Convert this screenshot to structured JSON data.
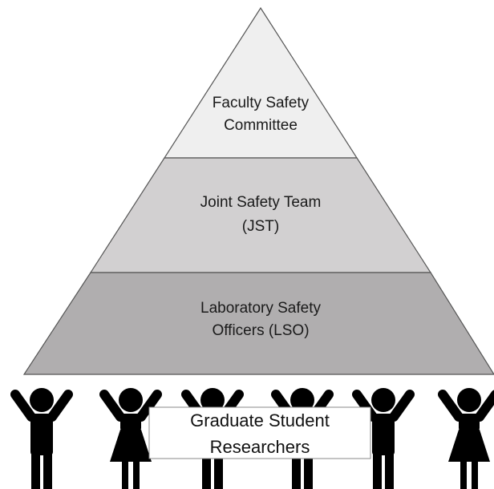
{
  "diagram": {
    "tiers": [
      {
        "lines": [
          "Faculty Safety",
          "Committee"
        ],
        "fill": "#efefef"
      },
      {
        "lines": [
          "Joint Safety Team",
          "(JST)"
        ],
        "fill": "#d2d0d1"
      },
      {
        "lines": [
          "Laboratory Safety",
          "Officers (LSO)"
        ],
        "fill": "#b0aeaf"
      }
    ],
    "base": {
      "lines": [
        "Graduate Student",
        "Researchers"
      ]
    },
    "figures": [
      {
        "type": "male",
        "icon": "person-arms-up-icon"
      },
      {
        "type": "female",
        "icon": "person-dress-arms-up-icon"
      },
      {
        "type": "male",
        "icon": "person-arms-up-icon"
      },
      {
        "type": "male",
        "icon": "person-arms-up-icon"
      },
      {
        "type": "male",
        "icon": "person-arms-up-icon"
      },
      {
        "type": "female",
        "icon": "person-dress-arms-up-icon"
      }
    ],
    "colors": {
      "outline": "#555555",
      "figure": "#000000",
      "label_box": "#ffffff"
    }
  }
}
